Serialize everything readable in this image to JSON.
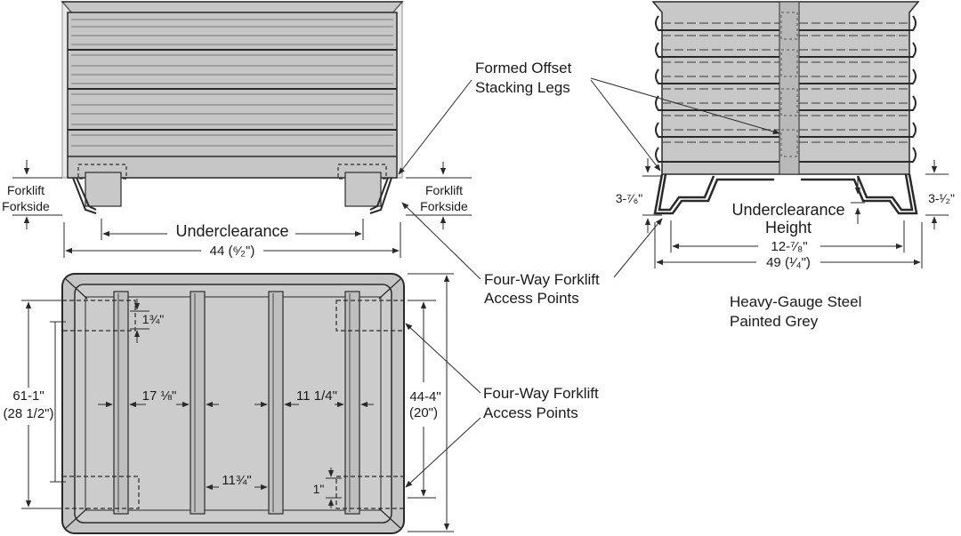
{
  "colors": {
    "steel": "#c8c8c8",
    "steel_dark": "#a9a9a9",
    "line": "#2a2a2a",
    "background": "#ffffff"
  },
  "callouts": {
    "stacking_legs": [
      "Formed Offset",
      "Stacking Legs"
    ],
    "access_points_top": [
      "Four-Way Forklift",
      "Access Points"
    ],
    "access_points_bottom": [
      "Four-Way Forklift",
      "Access Points"
    ],
    "material": [
      "Heavy-Gauge Steel",
      "Painted Grey"
    ]
  },
  "front_view": {
    "forkside_left": [
      "Forklift",
      "Forkside"
    ],
    "forkside_right": [
      "Forklift",
      "Forkside"
    ],
    "underclearance": "Underclearance",
    "width": "44 (⁶⁄₂\")"
  },
  "side_view": {
    "leg_height_left": "3-⁷⁄₆\"",
    "leg_height_right": "3-¹⁄₂\"",
    "underclearance_height": [
      "Underclearance",
      "Height"
    ],
    "inner_width": "12-⁷⁄₈\"",
    "outer_width": "49 (¹⁄₄\")"
  },
  "top_view": {
    "length": [
      "61-1\"",
      "(28 1/2\")"
    ],
    "inner_length": [
      "44-4\"",
      "(20\")"
    ],
    "rail_width": "1¾\"",
    "spacing_left": "17 ⅛\"",
    "spacing_right": "11 1/4\"",
    "spacing_center": "11¾\"",
    "pocket_offset": "1\""
  }
}
